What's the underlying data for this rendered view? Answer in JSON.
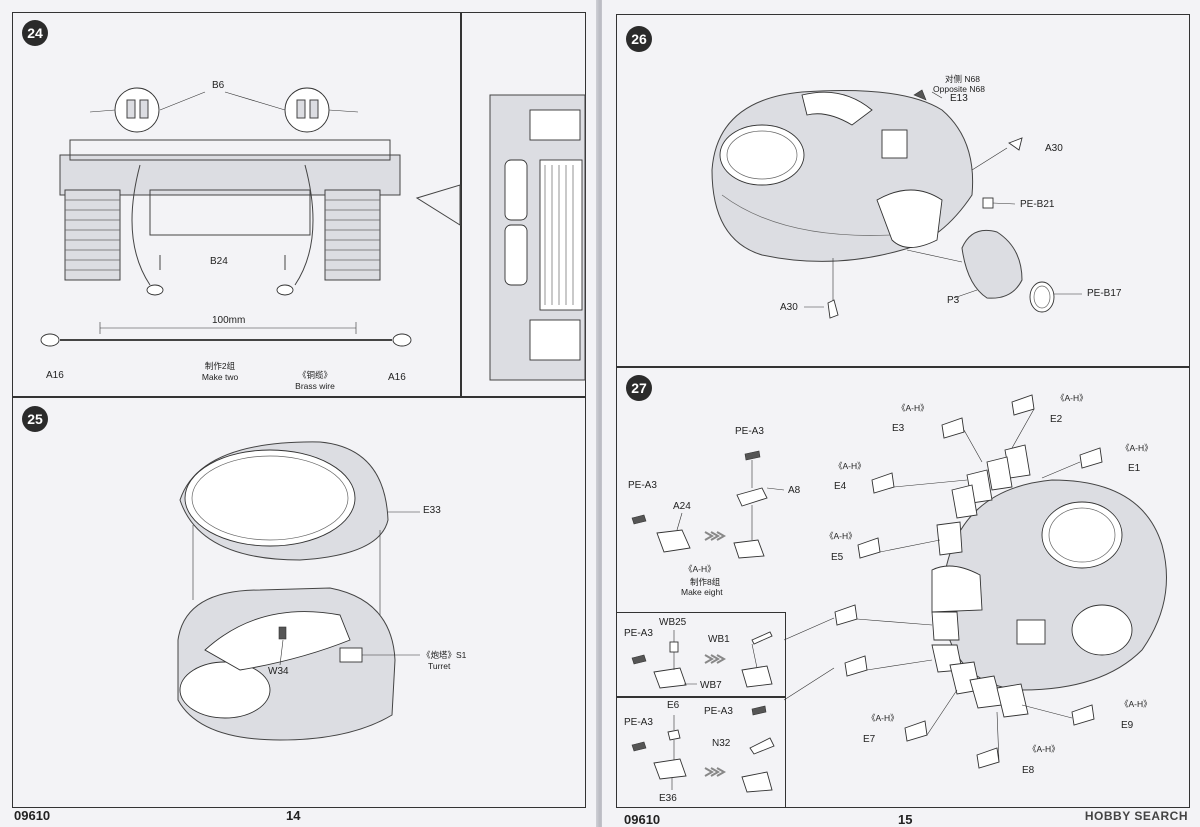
{
  "left_page": {
    "step_24": {
      "number": "24",
      "labels": {
        "b6": "B6",
        "b24": "B24",
        "dimension": "100mm",
        "a16_left": "A16",
        "a16_right": "A16",
        "make_two_cn": "制作2组",
        "make_two": "Make two",
        "brass_wire_cn": "《铜缆》",
        "brass_wire": "Brass wire"
      }
    },
    "step_25": {
      "number": "25",
      "labels": {
        "e33": "E33",
        "w34": "W34",
        "turret_cn": "《炮塔》S1",
        "turret": "Turret"
      }
    },
    "footer": {
      "code": "09610",
      "page": "14"
    }
  },
  "right_page": {
    "step_26": {
      "number": "26",
      "labels": {
        "opposite_cn": "对侧 N68",
        "opposite": "Opposite N68",
        "e13": "E13",
        "a30_top": "A30",
        "pe_b21": "PE-B21",
        "a30_bottom": "A30",
        "p3": "P3",
        "pe_b17": "PE-B17"
      }
    },
    "step_27": {
      "number": "27",
      "labels": {
        "pe_a3_top": "PE-A3",
        "pe_a3_left": "PE-A3",
        "a24": "A24",
        "a8": "A8",
        "a_h_main": "《A-H》",
        "make_eight_cn": "制作8组",
        "make_eight": "Make eight",
        "pe_a3_b1": "PE-A3",
        "wb25": "WB25",
        "wb1": "WB1",
        "wb7": "WB7",
        "pe_a3_b2": "PE-A3",
        "e6": "E6",
        "pe_a3_b3": "PE-A3",
        "n32": "N32",
        "e36": "E36",
        "ah_e3": "《A-H》",
        "e3": "E3",
        "ah_e2": "《A-H》",
        "e2": "E2",
        "ah_e1": "《A-H》",
        "e1": "E1",
        "ah_e4": "《A-H》",
        "e4": "E4",
        "ah_e5": "《A-H》",
        "e5": "E5",
        "ah_e7": "《A-H》",
        "e7": "E7",
        "ah_e8": "《A-H》",
        "e8": "E8",
        "ah_e9": "《A-H》",
        "e9": "E9"
      }
    },
    "footer": {
      "code": "09610",
      "page": "15"
    },
    "watermark": "HOBBY SEARCH"
  }
}
